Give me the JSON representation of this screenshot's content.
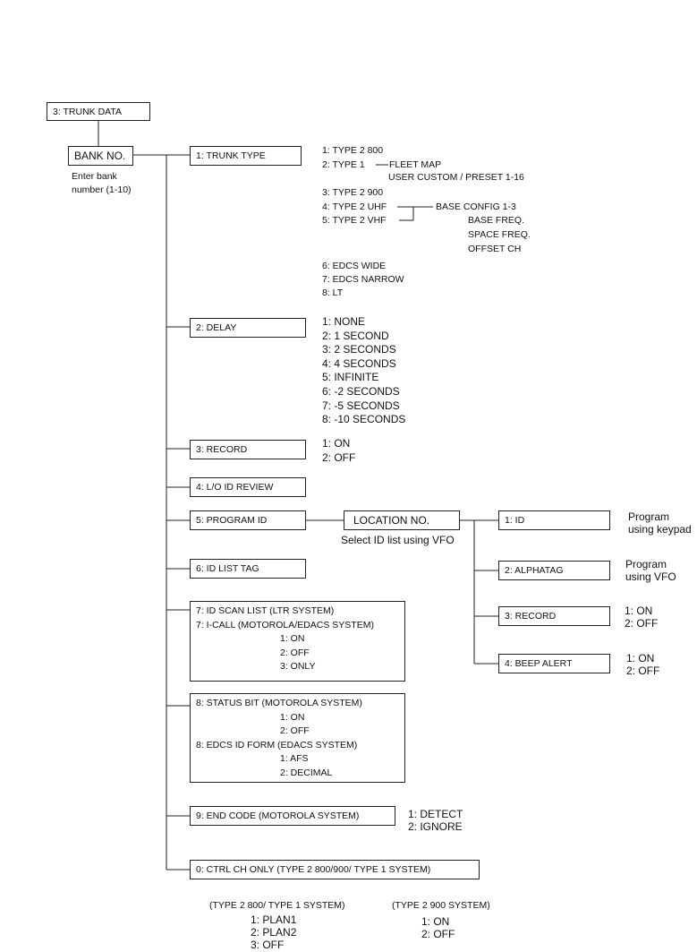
{
  "root": {
    "label": "3: TRUNK DATA"
  },
  "bank": {
    "label": "BANK NO.",
    "note_line1": "Enter bank",
    "note_line2": "number (1-10)"
  },
  "trunk_type": {
    "label": "1: TRUNK TYPE",
    "opt1": "1: TYPE 2  800",
    "opt2": "2: TYPE 1",
    "fleet_map": "FLEET MAP",
    "user_custom": "USER CUSTOM / PRESET 1-16",
    "opt3": "3: TYPE 2 900",
    "opt4": "4: TYPE 2 UHF",
    "opt5": "5: TYPE 2 VHF",
    "base_config": "BASE CONFIG 1-3",
    "base_freq": "BASE FREQ.",
    "space_freq": "SPACE FREQ.",
    "offset_ch": "OFFSET CH",
    "opt6": "6: EDCS WIDE",
    "opt7": "7: EDCS NARROW",
    "opt8": "8: LT"
  },
  "delay": {
    "label": "2: DELAY",
    "options": [
      "1:  NONE",
      "2:  1 SECOND",
      "3:  2 SECONDS",
      "4:  4 SECONDS",
      "5:  INFINITE",
      "6:  -2 SECONDS",
      "7:  -5 SECONDS",
      "8:  -10 SECONDS"
    ]
  },
  "record": {
    "label": "3: RECORD",
    "options": [
      "1:  ON",
      "2:  OFF"
    ]
  },
  "lo_review": {
    "label": "4: L/O ID REVIEW"
  },
  "program_id": {
    "label": "5: PROGRAM ID",
    "location": "LOCATION NO.",
    "location_note": "Select ID list using VFO",
    "id": "1: ID",
    "id_note1": "Program",
    "id_note2": "using keypad",
    "alphatag": "2: ALPHATAG",
    "alphatag_note1": "Program",
    "alphatag_note2": "using VFO",
    "record": "3: RECORD",
    "record_options": [
      "1: ON",
      "2: OFF"
    ],
    "beep": "4: BEEP ALERT",
    "beep_options": [
      "1: ON",
      "2: OFF"
    ]
  },
  "id_list_tag": {
    "label": "6: ID LIST TAG"
  },
  "id_scan": {
    "line1": "7: ID SCAN LIST (LTR SYSTEM)",
    "line2": "7: I-CALL (MOTOROLA/EDACS SYSTEM)",
    "options": [
      "1: ON",
      "2: OFF",
      "3: ONLY"
    ]
  },
  "status_bit": {
    "line1": "8: STATUS BIT (MOTOROLA SYSTEM)",
    "options1": [
      "1: ON",
      "2: OFF"
    ],
    "line2": "8: EDCS ID FORM (EDACS SYSTEM)",
    "options2": [
      "1: AFS",
      "2: DECIMAL"
    ]
  },
  "end_code": {
    "label": "9: END CODE  (MOTOROLA SYSTEM)",
    "options": [
      "1: DETECT",
      "2: IGNORE"
    ]
  },
  "ctrl_ch": {
    "label": "0: CTRL CH ONLY (TYPE 2 800/900/  TYPE 1 SYSTEM)",
    "left_title": "(TYPE 2 800/ TYPE 1 SYSTEM)",
    "left_options": [
      "1:  PLAN1",
      "2:  PLAN2",
      "3:  OFF"
    ],
    "right_title": "(TYPE 2 900 SYSTEM)",
    "right_options": [
      "1: ON",
      "2: OFF"
    ]
  }
}
